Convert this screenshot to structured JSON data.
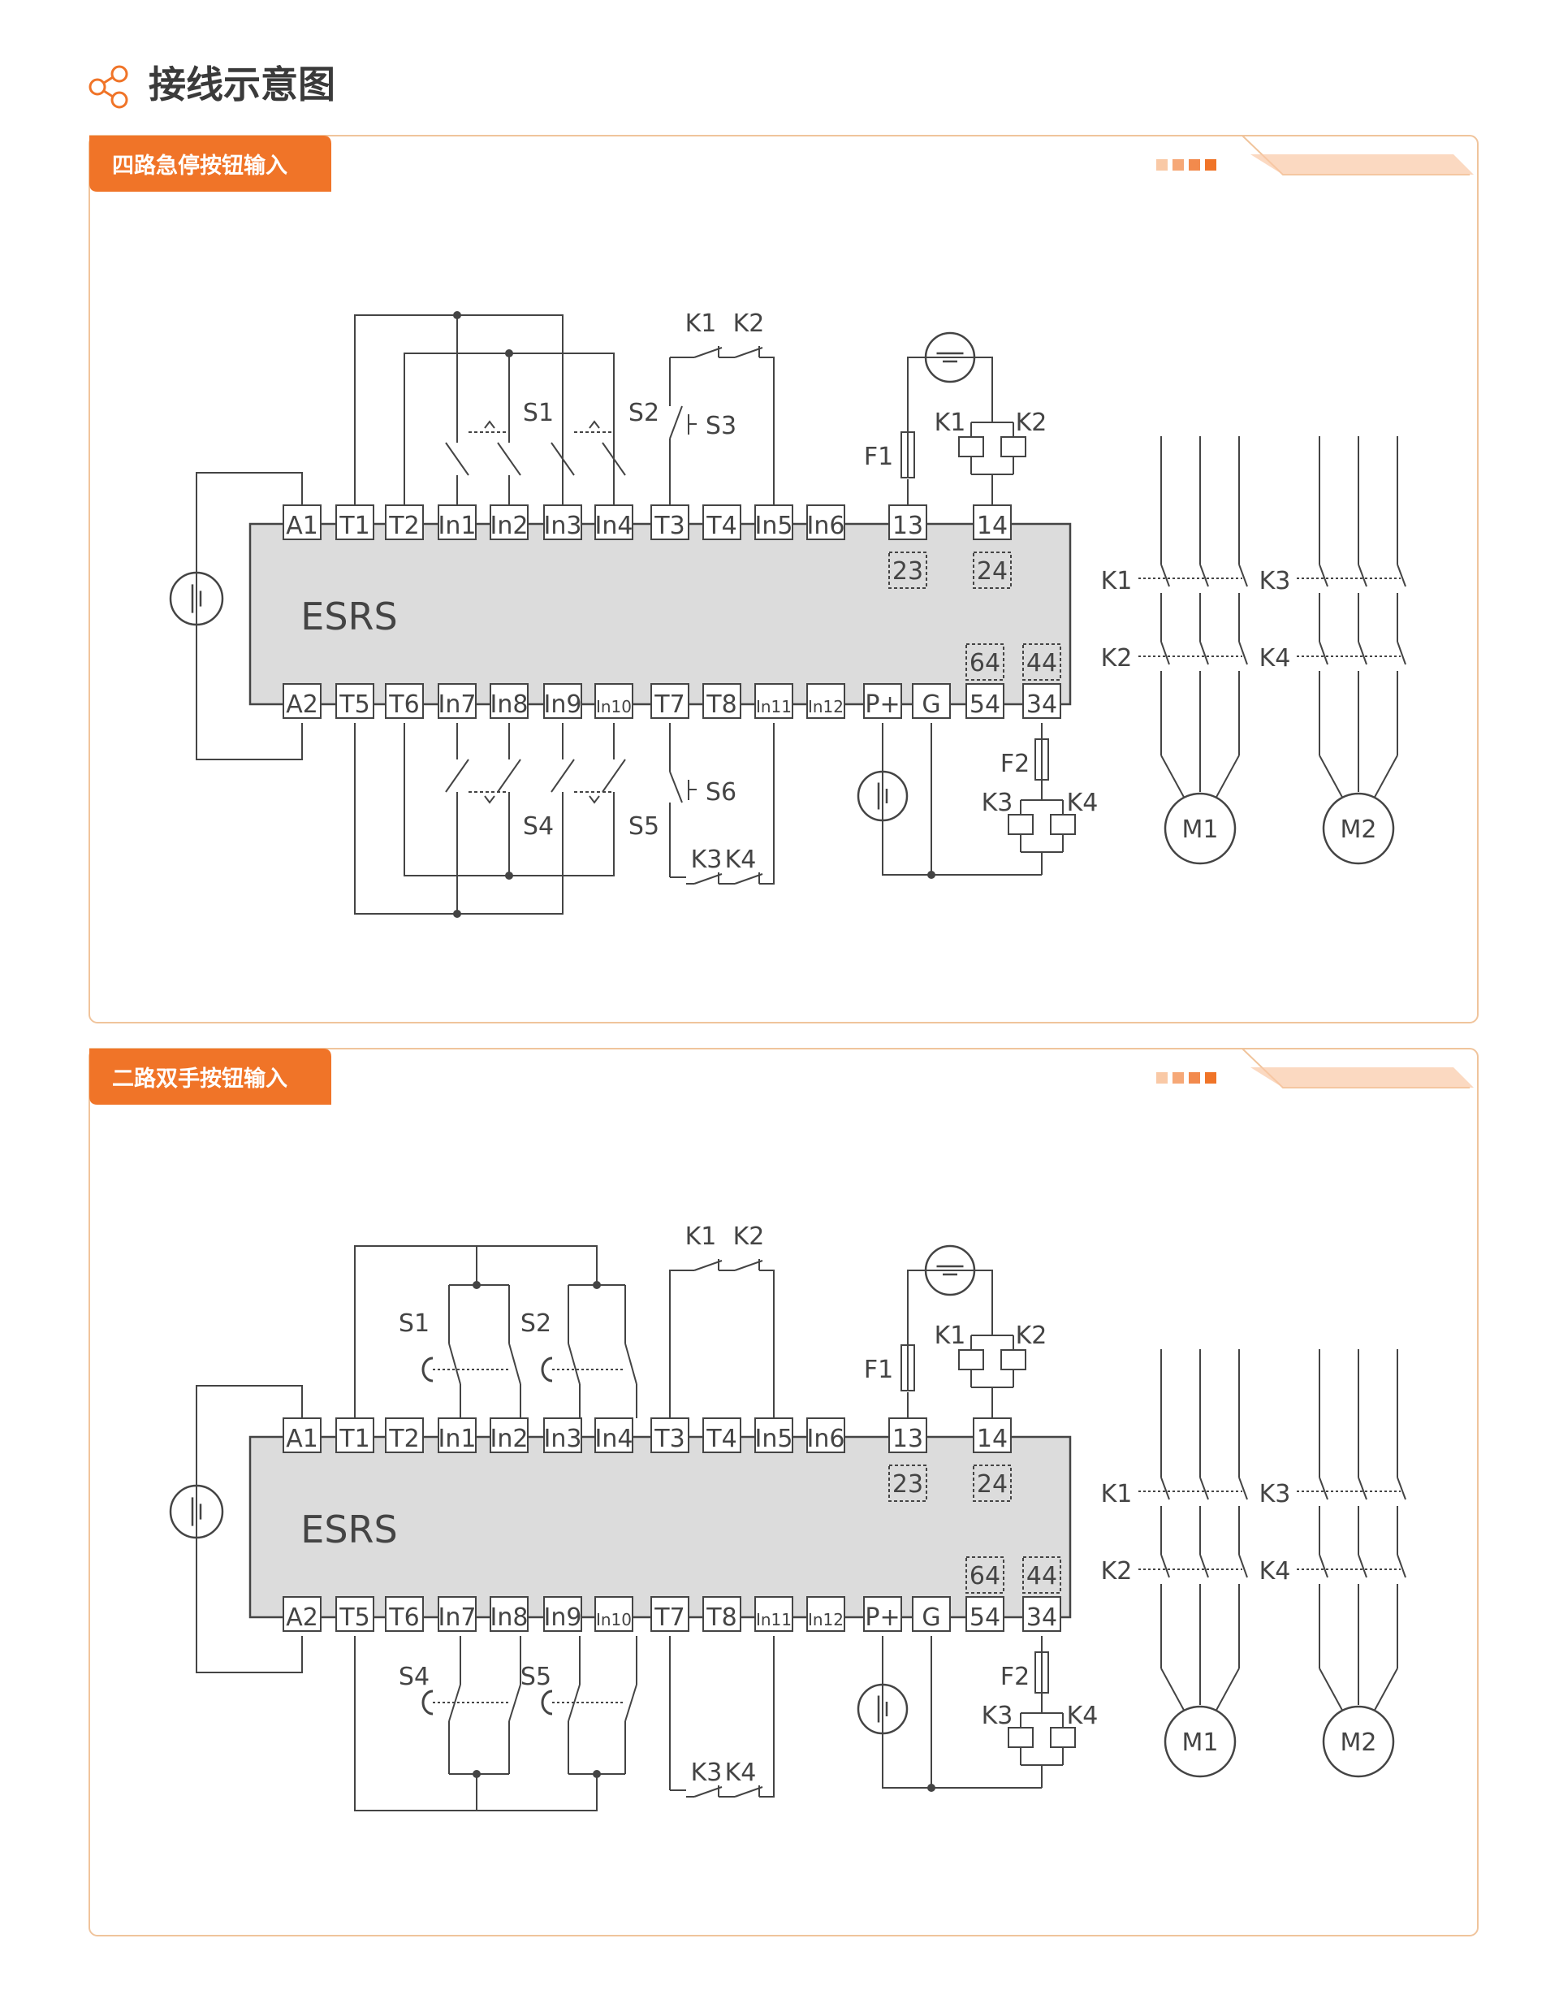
{
  "header": {
    "title": "接线示意图",
    "icon": "share-icon"
  },
  "colors": {
    "accent": "#f07428",
    "accent_light": "#f9c9a6",
    "line": "#444444",
    "body_fill": "#dcdcdc",
    "panel_border": "#f0c49c"
  },
  "panels": [
    {
      "tab_label": "四路急停按钮输入",
      "device": "ESRS",
      "top_terminals": [
        "A1",
        "T1",
        "T2",
        "In1",
        "In2",
        "In3",
        "In4",
        "T3",
        "T4",
        "In5",
        "In6",
        "13",
        "14"
      ],
      "bottom_terminals": [
        "A2",
        "T5",
        "T6",
        "In7",
        "In8",
        "In9",
        "In10",
        "T7",
        "T8",
        "In11",
        "In12",
        "P+",
        "G",
        "54",
        "34"
      ],
      "aux_top": [
        "23",
        "24"
      ],
      "aux_bottom": [
        "64",
        "44"
      ],
      "switches_top": [
        "S1",
        "S2",
        "S3"
      ],
      "switches_bottom": [
        "S4",
        "S5",
        "S6"
      ],
      "contacts_top": [
        "K1",
        "K2"
      ],
      "contacts_bottom": [
        "K3",
        "K4"
      ],
      "fuses": [
        "F1",
        "F2"
      ],
      "coils_top": [
        "K1",
        "K2"
      ],
      "coils_bottom": [
        "K3",
        "K4"
      ],
      "motor1_contacts": [
        "K1",
        "K2"
      ],
      "motor2_contacts": [
        "K3",
        "K4"
      ],
      "motors": [
        "M1",
        "M2"
      ]
    },
    {
      "tab_label": "二路双手按钮输入",
      "device": "ESRS",
      "top_terminals": [
        "A1",
        "T1",
        "T2",
        "In1",
        "In2",
        "In3",
        "In4",
        "T3",
        "T4",
        "In5",
        "In6",
        "13",
        "14"
      ],
      "bottom_terminals": [
        "A2",
        "T5",
        "T6",
        "In7",
        "In8",
        "In9",
        "In10",
        "T7",
        "T8",
        "In11",
        "In12",
        "P+",
        "G",
        "54",
        "34"
      ],
      "aux_top": [
        "23",
        "24"
      ],
      "aux_bottom": [
        "64",
        "44"
      ],
      "switches_top": [
        "S1",
        "S2"
      ],
      "switches_bottom": [
        "S4",
        "S5"
      ],
      "contacts_top": [
        "K1",
        "K2"
      ],
      "contacts_bottom": [
        "K3",
        "K4"
      ],
      "fuses": [
        "F1",
        "F2"
      ],
      "coils_top": [
        "K1",
        "K2"
      ],
      "coils_bottom": [
        "K3",
        "K4"
      ],
      "motor1_contacts": [
        "K1",
        "K2"
      ],
      "motor2_contacts": [
        "K3",
        "K4"
      ],
      "motors": [
        "M1",
        "M2"
      ]
    }
  ]
}
